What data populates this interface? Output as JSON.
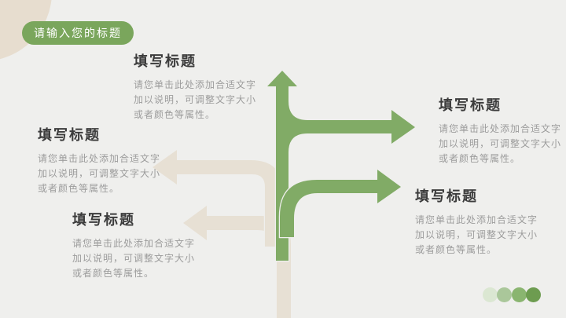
{
  "slide": {
    "background_color": "#efefed",
    "accent_green": "#81ab66",
    "accent_beige": "#e7e0d4",
    "pill_green": "#7aa65c",
    "circle_beige": "#e7ddcf",
    "title_pill_label": "请输入您的标题"
  },
  "blocks": [
    {
      "position": "top",
      "title": "填写标题",
      "body": [
        "请您单击此处添加合适文字",
        "加以说明，可调整文字大小",
        "或者颜色等属性。"
      ]
    },
    {
      "position": "left",
      "title": "填写标题",
      "body": [
        "请您单击此处添加合适文字",
        "加以说明，可调整文字大小",
        "或者颜色等属性。"
      ]
    },
    {
      "position": "bottom-left",
      "title": "填写标题",
      "body": [
        "请您单击此处添加合适文字",
        "加以说明，可调整文字大小",
        "或者颜色等属性。"
      ]
    },
    {
      "position": "right-upper",
      "title": "填写标题",
      "body": [
        "请您单击此处添加合适文字",
        "加以说明，可调整文字大小",
        "或者颜色等属性。"
      ]
    },
    {
      "position": "right-lower",
      "title": "填写标题",
      "body": [
        "请您单击此处添加合适文字",
        "加以说明，可调整文字大小",
        "或者颜色等属性。"
      ]
    }
  ],
  "arrows": [
    {
      "name": "up-arrow",
      "color": "#81ab66"
    },
    {
      "name": "right-arrow-upper",
      "color": "#81ab66"
    },
    {
      "name": "right-arrow-lower",
      "color": "#81ab66"
    },
    {
      "name": "left-arrow-upper",
      "color": "#e7e0d4"
    },
    {
      "name": "left-arrow-lower",
      "color": "#e7e0d4"
    }
  ],
  "progress_dots": {
    "colors": [
      "#dbe7d2",
      "#aac79a",
      "#8ab570",
      "#6d9c50"
    ]
  }
}
